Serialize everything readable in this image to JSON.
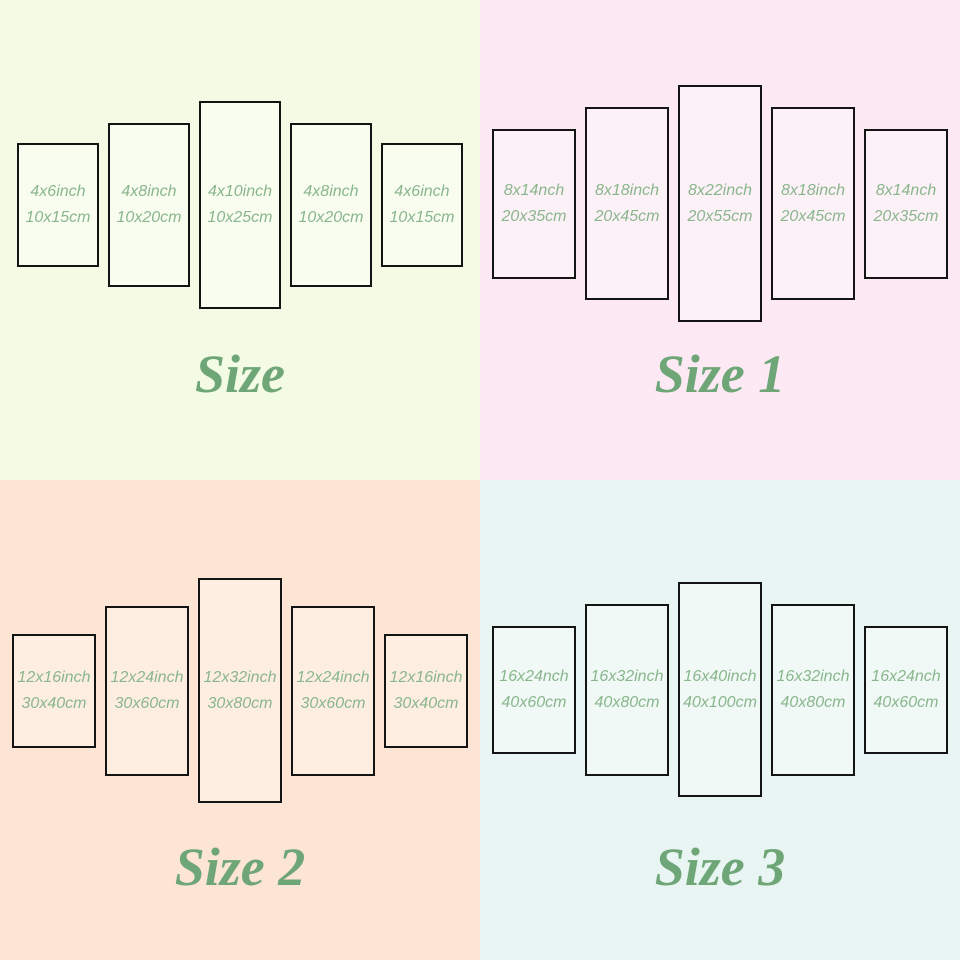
{
  "colors": {
    "title_text": "#6fa678",
    "panel_text": "#8ab68d",
    "panel_border": "#141414"
  },
  "quadrants": [
    {
      "title": "Size",
      "background": "#f4fbe4",
      "panel_fill": "#f9fdf0",
      "panels": [
        {
          "inch": "4x6inch",
          "cm": "10x15cm"
        },
        {
          "inch": "4x8inch",
          "cm": "10x20cm"
        },
        {
          "inch": "4x10inch",
          "cm": "10x25cm"
        },
        {
          "inch": "4x8inch",
          "cm": "10x20cm"
        },
        {
          "inch": "4x6inch",
          "cm": "10x15cm"
        }
      ]
    },
    {
      "title": "Size 1",
      "background": "#fce9f3",
      "panel_fill": "#fdf1f8",
      "panels": [
        {
          "inch": "8x14nch",
          "cm": "20x35cm"
        },
        {
          "inch": "8x18inch",
          "cm": "20x45cm"
        },
        {
          "inch": "8x22inch",
          "cm": "20x55cm"
        },
        {
          "inch": "8x18inch",
          "cm": "20x45cm"
        },
        {
          "inch": "8x14nch",
          "cm": "20x35cm"
        }
      ]
    },
    {
      "title": "Size 2",
      "background": "#fde5d6",
      "panel_fill": "#feeee2",
      "panels": [
        {
          "inch": "12x16inch",
          "cm": "30x40cm"
        },
        {
          "inch": "12x24inch",
          "cm": "30x60cm"
        },
        {
          "inch": "12x32inch",
          "cm": "30x80cm"
        },
        {
          "inch": "12x24inch",
          "cm": "30x60cm"
        },
        {
          "inch": "12x16inch",
          "cm": "30x40cm"
        }
      ]
    },
    {
      "title": "Size 3",
      "background": "#e9f5f2",
      "panel_fill": "#f0f9f6",
      "panels": [
        {
          "inch": "16x24nch",
          "cm": "40x60cm"
        },
        {
          "inch": "16x32inch",
          "cm": "40x80cm"
        },
        {
          "inch": "16x40inch",
          "cm": "40x100cm"
        },
        {
          "inch": "16x32inch",
          "cm": "40x80cm"
        },
        {
          "inch": "16x24nch",
          "cm": "40x60cm"
        }
      ]
    }
  ]
}
